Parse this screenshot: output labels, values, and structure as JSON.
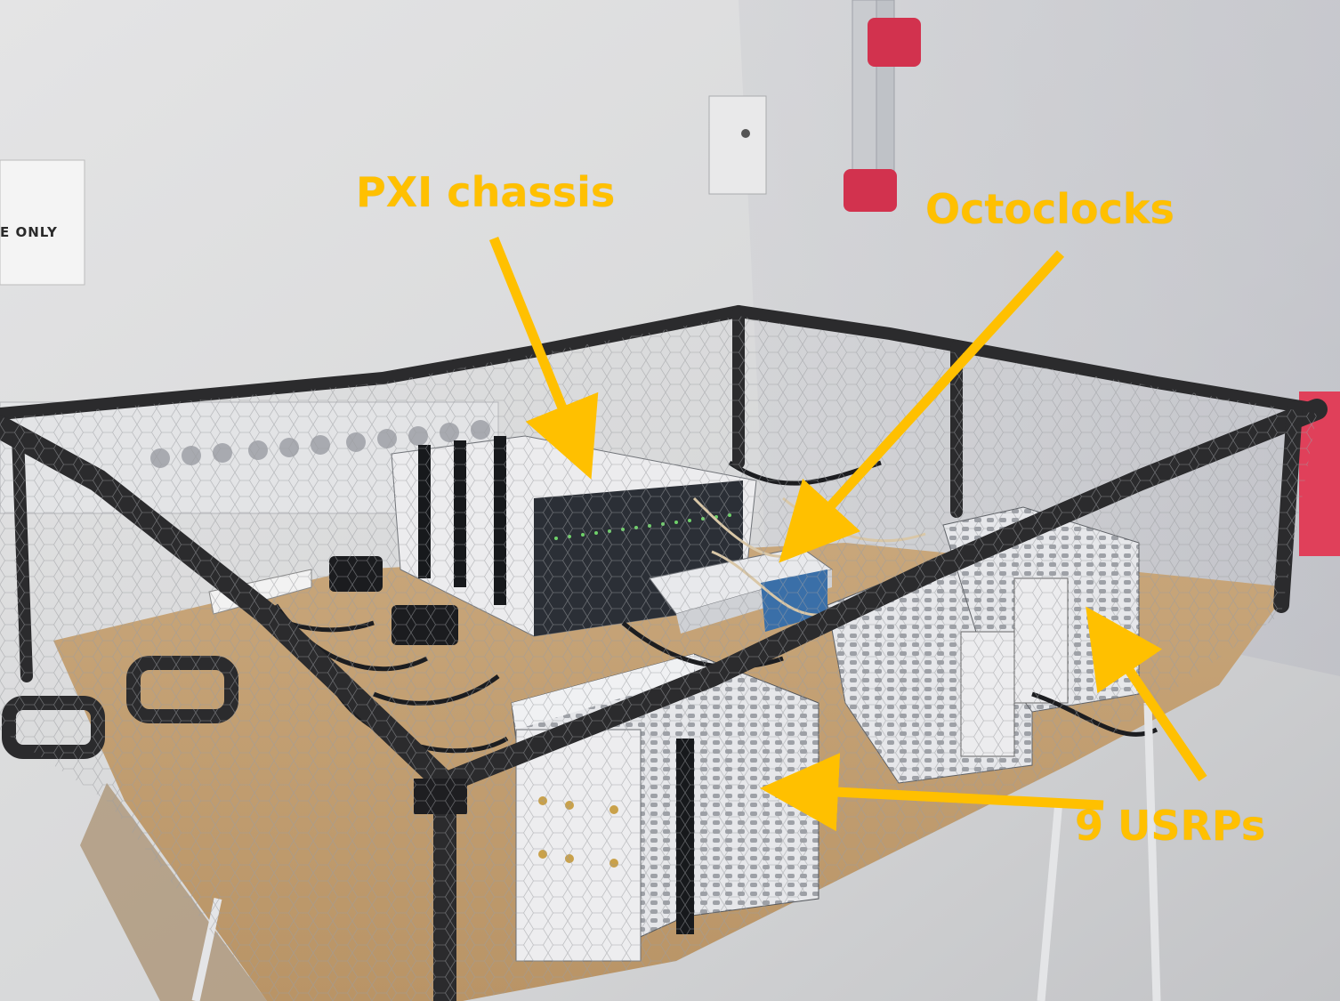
{
  "annotations": {
    "pxi_label": "PXI chassis",
    "octoclocks_label": "Octoclocks",
    "usrps_label": "9 USRPs",
    "arrow_color": "#ffc000"
  },
  "wall_sign": {
    "text": "E ONLY"
  },
  "colors": {
    "wall": "#d9dadb",
    "table_top": "#c9a878",
    "frame": "#2b2b2d",
    "device_white": "#ecedef",
    "clamp_red": "#d2324e"
  }
}
